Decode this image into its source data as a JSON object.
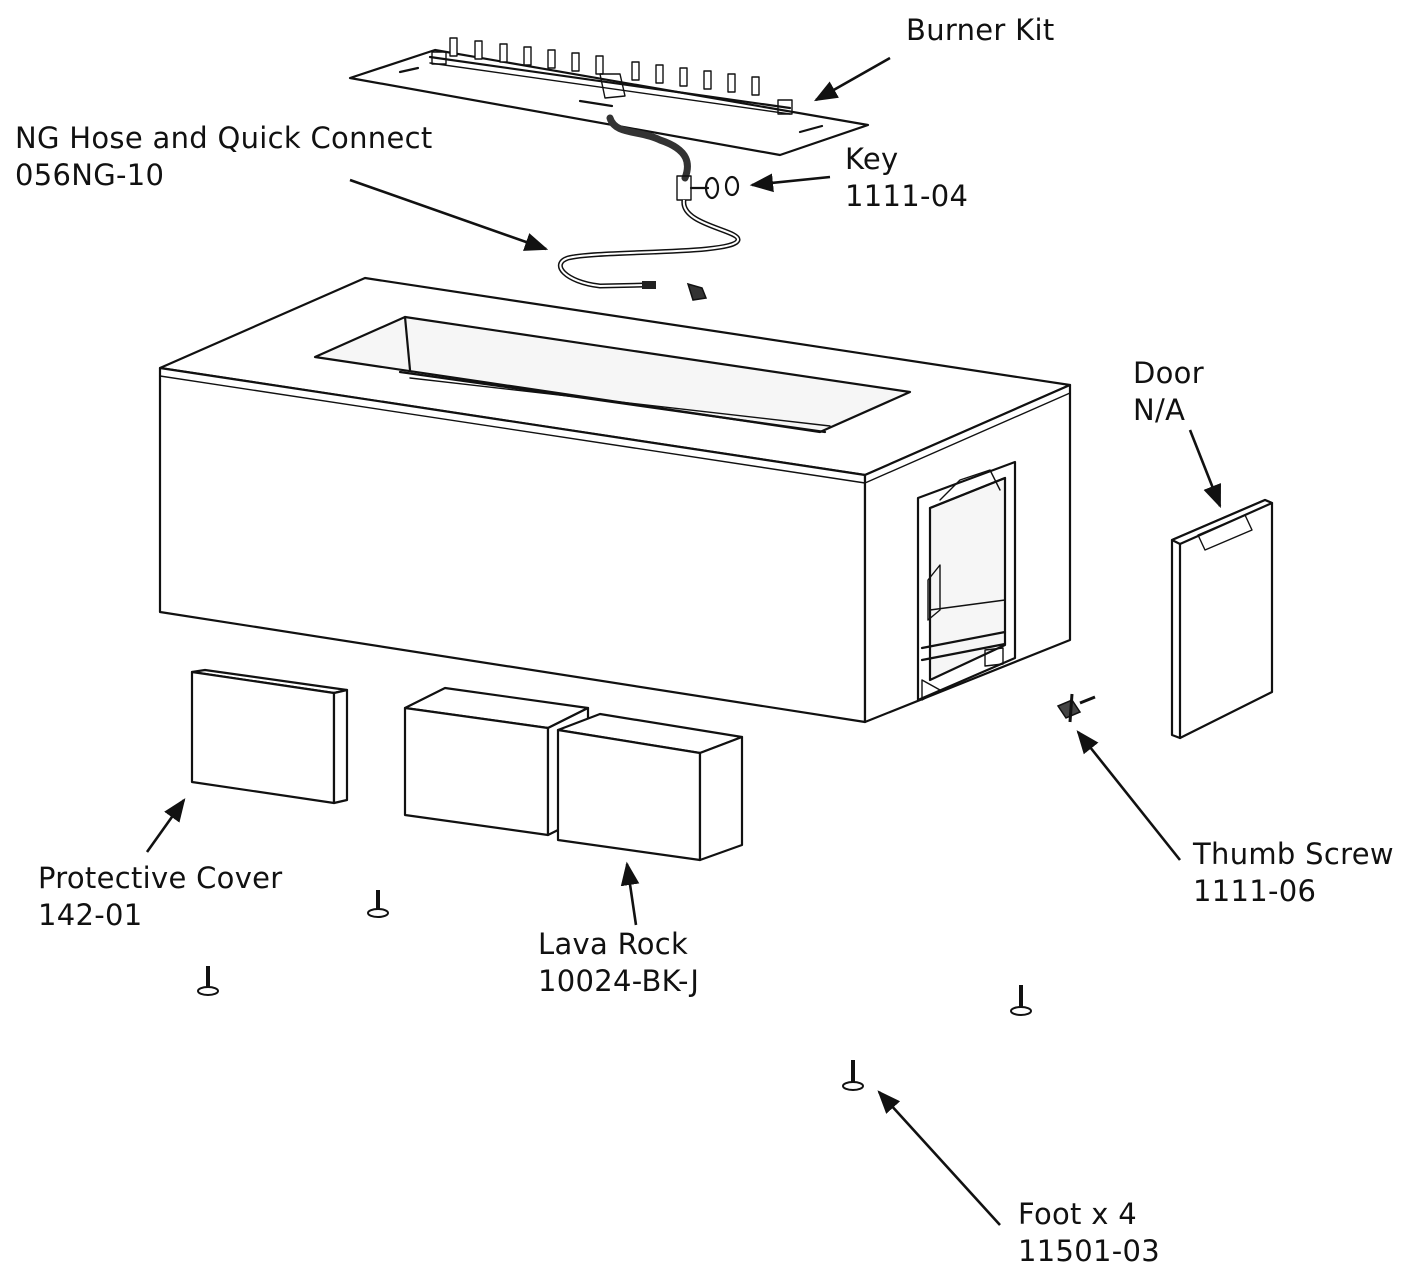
{
  "labels": {
    "burner_kit": {
      "name": "Burner Kit"
    },
    "ng_hose": {
      "name": "NG Hose and Quick Connect",
      "part": "056NG-10"
    },
    "key": {
      "name": "Key",
      "part": "1111-04"
    },
    "door": {
      "name": "Door",
      "part": "N/A"
    },
    "thumb_screw": {
      "name": "Thumb Screw",
      "part": "1111-06"
    },
    "protective_cover": {
      "name": "Protective Cover",
      "part": "142-01"
    },
    "lava_rock": {
      "name": "Lava Rock",
      "part": "10024-BK-J"
    },
    "foot": {
      "name": "Foot x 4",
      "part": "11501-03"
    }
  }
}
